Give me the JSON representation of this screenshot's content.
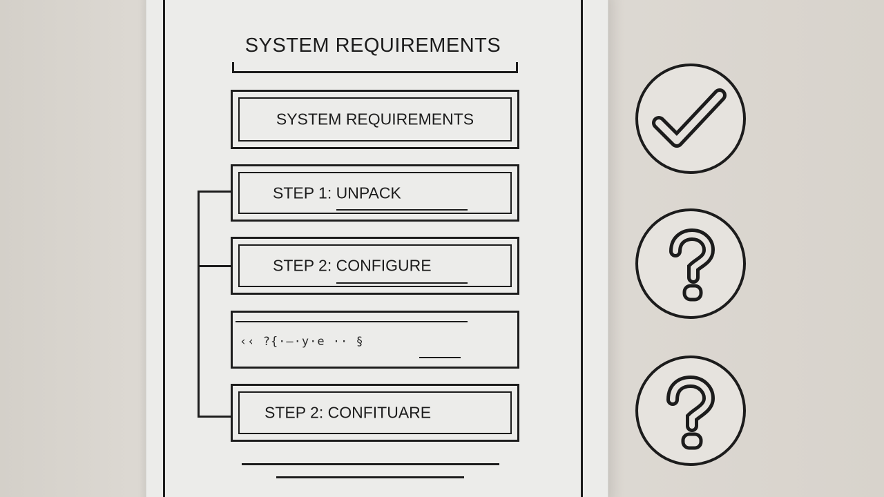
{
  "document": {
    "title": "SYSTEM REQUIREMENTS",
    "items": [
      {
        "label": "SYSTEM REQUIREMENTS"
      },
      {
        "label": "STEP 1: UNPACK"
      },
      {
        "label": "STEP 2: CONFIGURE"
      },
      {
        "label": "‹‹ ?{·—·y·e  ·· §"
      },
      {
        "label": "STEP 2: CONFITUARE"
      }
    ]
  },
  "status_icons": [
    {
      "icon": "checkmark-icon"
    },
    {
      "icon": "question-mark-icon"
    },
    {
      "icon": "question-mark-icon"
    }
  ],
  "colors": {
    "ink": "#1c1c1c",
    "paper": "#ececea",
    "wall": "#dcd8d2"
  }
}
